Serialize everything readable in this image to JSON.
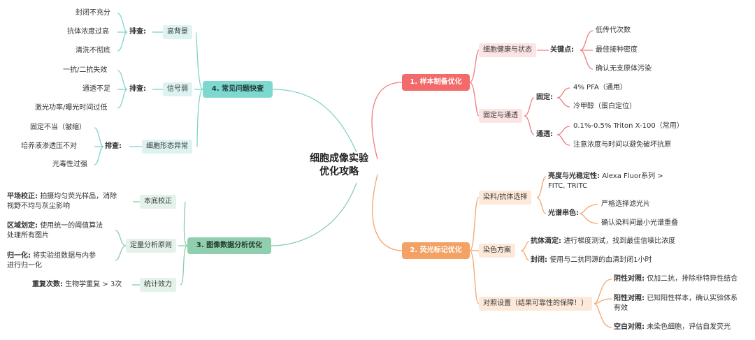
{
  "root": {
    "line1": "细胞成像实验",
    "line2": "优化攻略"
  },
  "b1": {
    "title": "1. 样本制备优化",
    "health": {
      "label": "细胞健康与状态",
      "key": "关键点:",
      "items": [
        "低传代次数",
        "最佳接种密度",
        "确认无支原体污染"
      ]
    },
    "fix": {
      "label": "固定与通透",
      "fixing": {
        "key": "固定:",
        "items": [
          "4% PFA（通用）",
          "冷甲醇（蛋白定位）"
        ]
      },
      "perm": {
        "key": "通透:",
        "items": [
          "0.1%-0.5% Triton X-100（常用）",
          "注意浓度与时间以避免破坏抗原"
        ]
      }
    }
  },
  "b2": {
    "title": "2. 荧光标记优化",
    "dye": {
      "label": "染料/抗体选择",
      "bright_key": "亮度与光稳定性:",
      "bright_text_a": "Alexa Fluor系列 >",
      "bright_text_b": "FITC, TRITC",
      "spec_key": "光谱串色:",
      "spec_items": [
        "严格选择滤光片",
        "确认染料间最小光谱重叠"
      ]
    },
    "stain": {
      "label": "染色方案",
      "titr_key": "抗体滴定:",
      "titr_text": "进行梯度测试，找到最佳信噪比浓度",
      "block_key": "封闭:",
      "block_text": "使用与二抗同源的血清封闭1小时"
    },
    "ctrl": {
      "label": "对照设置（结果可靠性的保障！）",
      "neg_key": "阴性对照:",
      "neg_text": "仅加二抗，排除非特异性结合",
      "pos_key": "阳性对照:",
      "pos_text_a": "已知阳性样本，确认实验体系",
      "pos_text_b": "有效",
      "blank_key": "空白对照:",
      "blank_text": "未染色细胞，评估自发荧光"
    }
  },
  "b3": {
    "title": "3. 图像数据分析优化",
    "bg": {
      "label": "本底校正",
      "key": "平场校正:",
      "text_a": "拍摄均匀荧光样品，消除",
      "text_b": "视野不均与灰尘影响"
    },
    "quant": {
      "label": "定量分析原则",
      "roi_key": "区域划定:",
      "roi_text_a": "使用统一的阈值算法",
      "roi_text_b": "处理所有图片",
      "norm_key": "归一化:",
      "norm_text_a": "将实验组数据与内参",
      "norm_text_b": "进行归一化"
    },
    "stat": {
      "label": "统计效力",
      "key": "重复次数:",
      "text": "生物学重复 > 3次"
    }
  },
  "b4": {
    "title": "4. 常见问题快查",
    "highbg": {
      "label": "高背景",
      "key": "排查:",
      "items": [
        "封闭不充分",
        "抗体浓度过高",
        "清洗不彻底"
      ]
    },
    "weak": {
      "label": "信号弱",
      "key": "排查:",
      "items": [
        "一抗/二抗失效",
        "通透不足",
        "激光功率/曝光时间过低"
      ]
    },
    "morph": {
      "label": "细胞形态异常",
      "key": "排查:",
      "items": [
        "固定不当（皱缩）",
        "培养液渗透压不对",
        "光毒性过强"
      ]
    }
  },
  "colors": {
    "red": "#ef7c7c",
    "orange": "#f5a46c",
    "green": "#8bcbab",
    "teal": "#7fd3cb"
  }
}
